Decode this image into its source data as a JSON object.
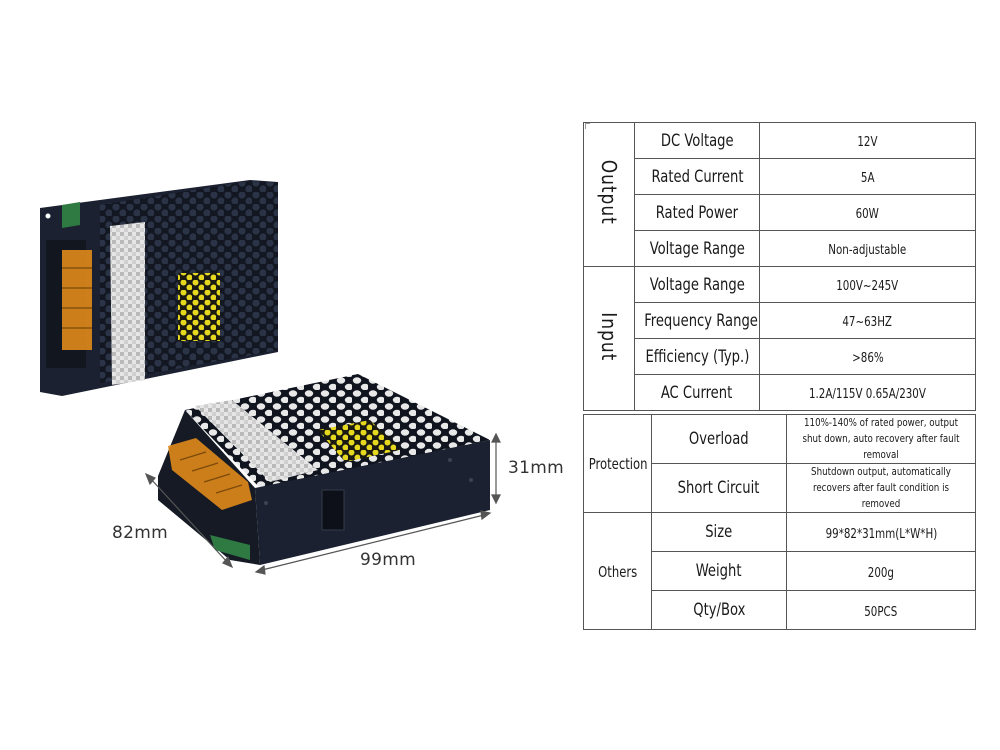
{
  "dimensions": {
    "width": "82mm",
    "length": "99mm",
    "height": "31mm"
  },
  "spec_table": {
    "output": {
      "group_label": "Output",
      "rows": [
        {
          "label": "DC Voltage",
          "value": "12V"
        },
        {
          "label": "Rated Current",
          "value": "5A"
        },
        {
          "label": "Rated Power",
          "value": "60W"
        },
        {
          "label": "Voltage Range",
          "value": "Non-adjustable"
        }
      ]
    },
    "input": {
      "group_label": "Input",
      "rows": [
        {
          "label": "Voltage Range",
          "value": "100V~245V"
        },
        {
          "label": "Frequency Range",
          "value": "47~63HZ"
        },
        {
          "label": "Efficiency (Typ.)",
          "value": ">86%"
        },
        {
          "label": "AC Current",
          "value": "1.2A/115V  0.65A/230V"
        }
      ]
    },
    "protection": {
      "group_label": "Protection",
      "rows": [
        {
          "label": "Overload",
          "value": "110%-140% of rated power, output shut down, auto recovery after fault removal"
        },
        {
          "label": "Short Circuit",
          "value": "Shutdown output, automatically recovers after fault condition is removed"
        }
      ]
    },
    "others": {
      "group_label": "Others",
      "rows": [
        {
          "label": "Size",
          "value": "99*82*31mm(L*W*H)"
        },
        {
          "label": "Weight",
          "value": "200g"
        },
        {
          "label": "Qty/Box",
          "value": "50PCS"
        }
      ]
    }
  },
  "colors": {
    "chassis": "#1b2130",
    "terminal_cover": "#e08a1a",
    "transformer": "#e6d81e",
    "pcb": "#2f7a43",
    "label_sticker": "#e4e4e4"
  }
}
